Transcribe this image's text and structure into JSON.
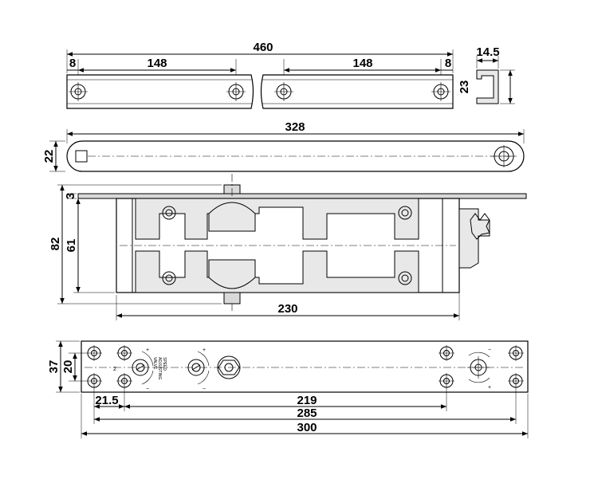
{
  "top_rail": {
    "overall": "460",
    "left_end": "8",
    "left_span": "148",
    "right_span": "148",
    "right_end": "8"
  },
  "profile": {
    "width": "14.5",
    "height": "23"
  },
  "cover_plate": {
    "length": "328",
    "height": "22"
  },
  "body_side": {
    "plate": "3",
    "overall_height": "82",
    "body_height": "61",
    "length": "230"
  },
  "base_plate": {
    "height_outer": "37",
    "height_inner": "20",
    "offset": "21.5",
    "hole_span": "219",
    "inner_span": "285",
    "overall": "300",
    "valve_label": [
      "SPEED",
      "ADJUSTING",
      "VALVE"
    ],
    "valve_number": "2",
    "plus": "+",
    "minus": "−"
  },
  "colors": {
    "line": "#000000",
    "fill": "#e8e8e8",
    "background": "#ffffff"
  }
}
